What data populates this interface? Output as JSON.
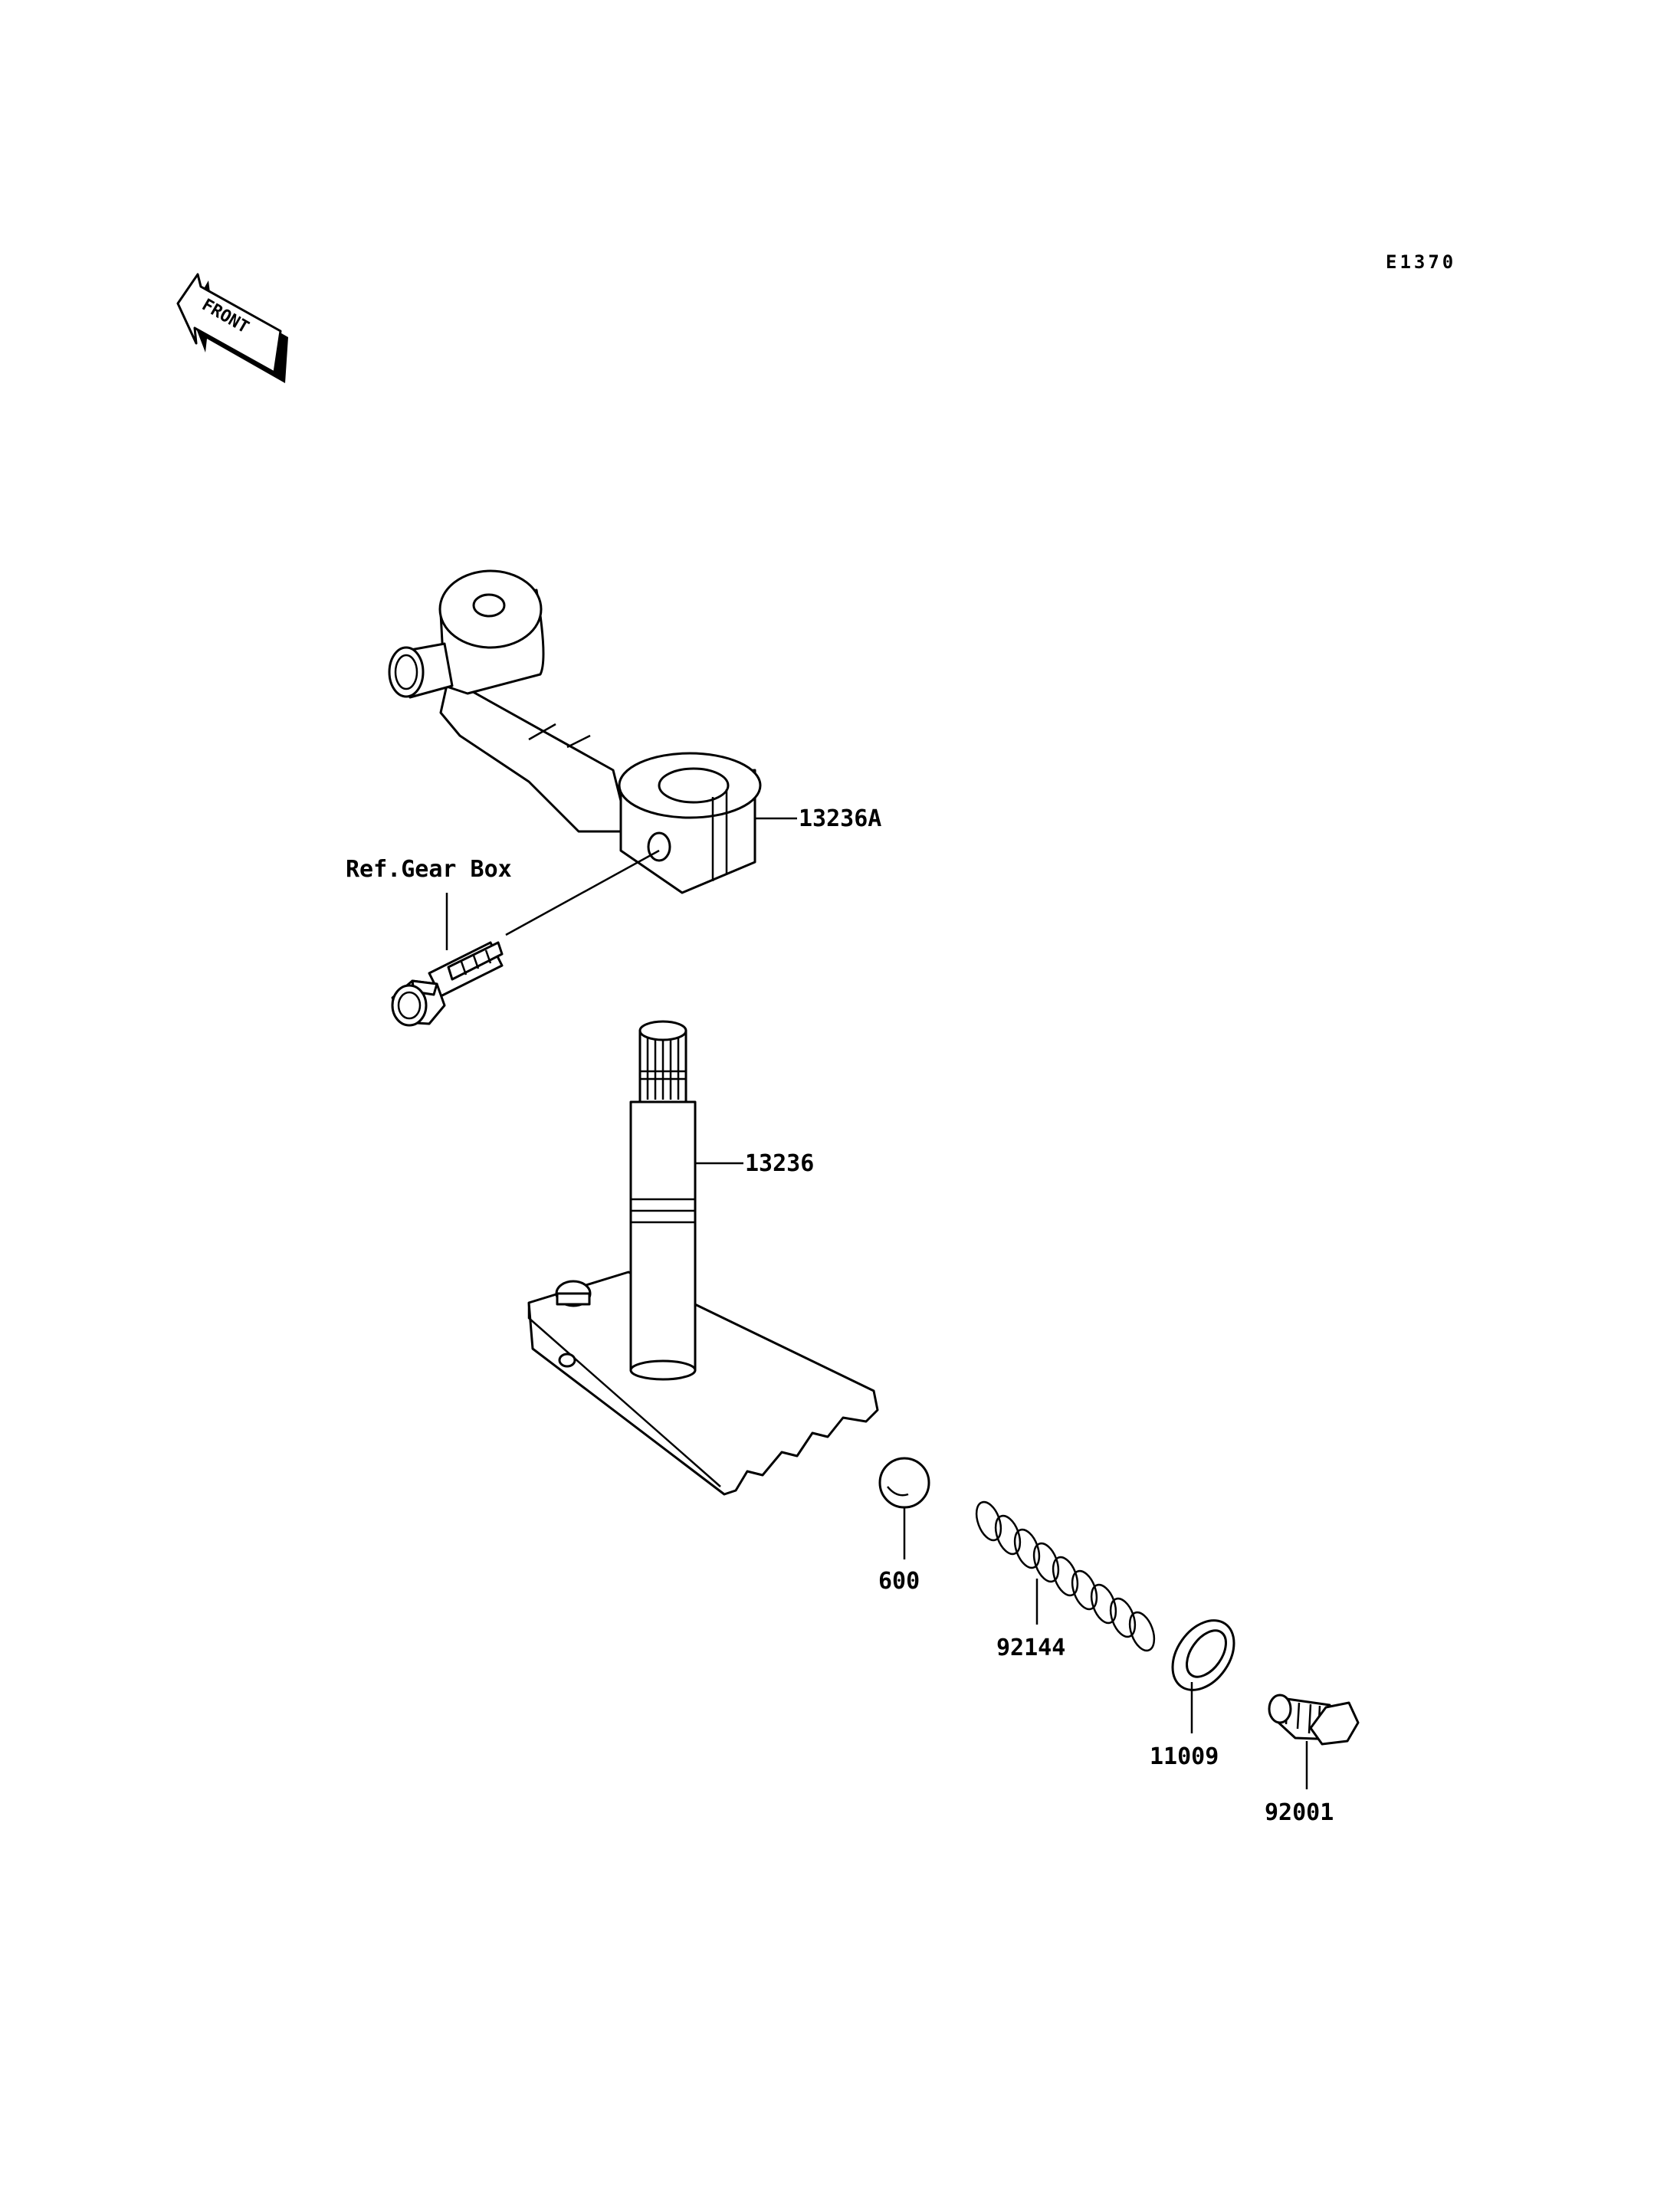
{
  "diagram_code": "E1370",
  "front_indicator": "FRONT",
  "parts": [
    {
      "id": "lever",
      "label": "13236A"
    },
    {
      "id": "ref",
      "label": "Ref.Gear Box"
    },
    {
      "id": "shaft",
      "label": "13236"
    },
    {
      "id": "ball",
      "label": "600"
    },
    {
      "id": "spring",
      "label": "92144"
    },
    {
      "id": "washer",
      "label": "11009"
    },
    {
      "id": "plug",
      "label": "92001"
    }
  ]
}
